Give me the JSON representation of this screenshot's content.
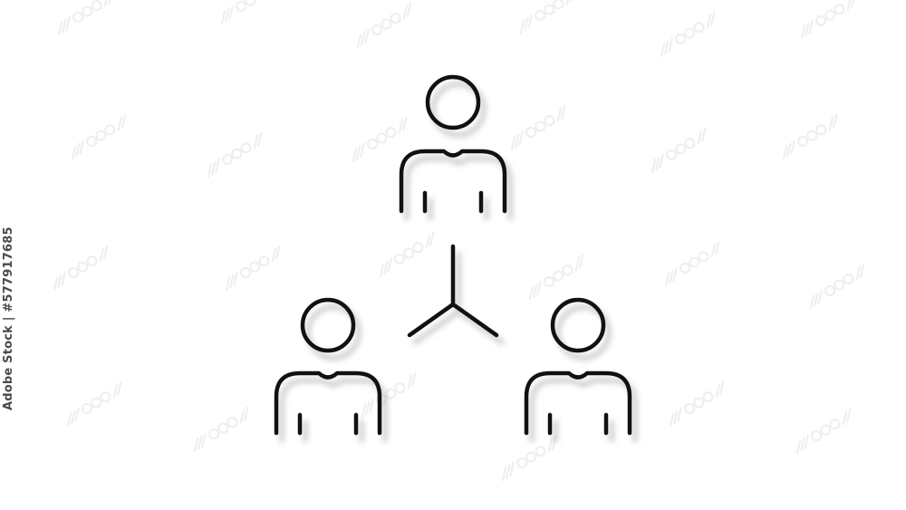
{
  "image": {
    "description_kind": "team hierarchy icon",
    "icon_color": "#111111",
    "shadow_color": "#9a9a9a",
    "background_color": "#ffffff"
  },
  "icons": {
    "top_person": "person-icon",
    "bottom_left_person": "person-icon",
    "bottom_right_person": "person-icon",
    "connector": "three-way-connector-icon"
  },
  "watermark": {
    "side_text": "Adobe Stock | #577917685",
    "repeated_mark": "stock-watermark-pattern"
  }
}
